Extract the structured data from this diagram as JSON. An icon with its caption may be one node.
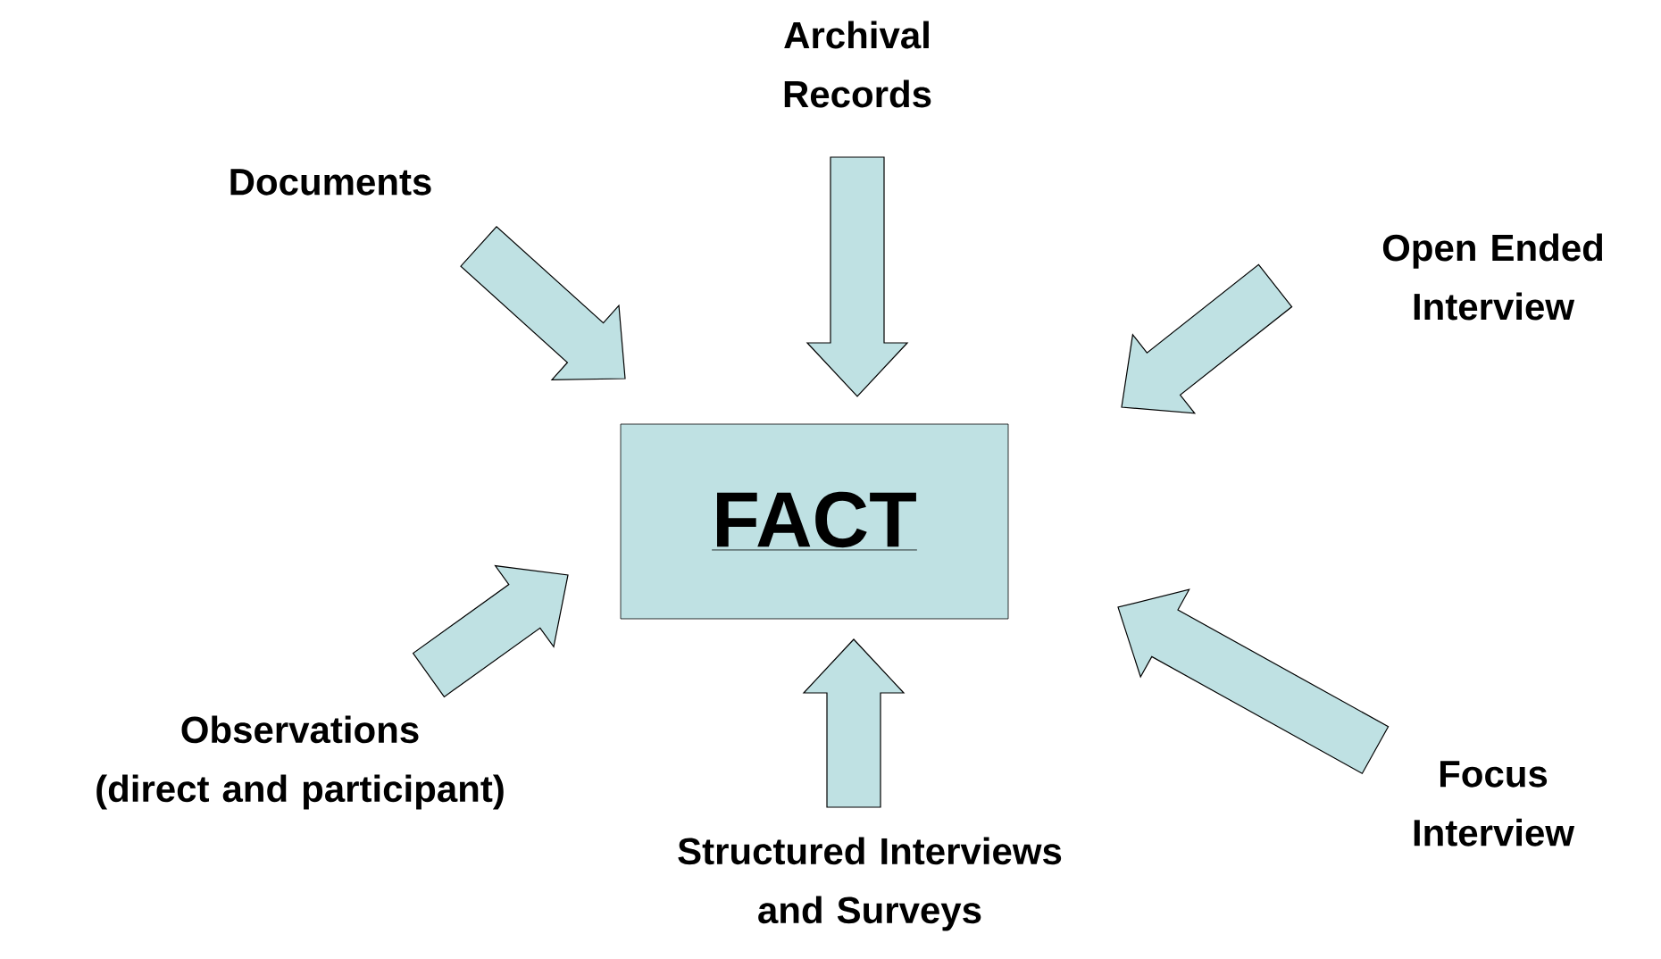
{
  "diagram": {
    "nodes": [
      {
        "text": [
          "FACT"
        ]
      },
      {
        "text": [
          "Documents"
        ]
      },
      {
        "text": [
          "Archival Records"
        ]
      },
      {
        "text": [
          "Open Ended Interview"
        ]
      },
      {
        "text": [
          "Observations",
          "(direct and participant)"
        ]
      },
      {
        "text": [
          "Focus Interview"
        ]
      },
      {
        "text": [
          "Structured Interviews and Surveys"
        ]
      }
    ],
    "edges": [
      {
        "from": 1,
        "to": 0,
        "arrow": "to"
      },
      {
        "from": 2,
        "to": 0,
        "arrow": "to"
      },
      {
        "from": 3,
        "to": 0,
        "arrow": "to"
      },
      {
        "from": 4,
        "to": 0,
        "arrow": "to"
      },
      {
        "from": 5,
        "to": 0,
        "arrow": "to"
      },
      {
        "from": 6,
        "to": 0,
        "arrow": "to"
      }
    ]
  }
}
